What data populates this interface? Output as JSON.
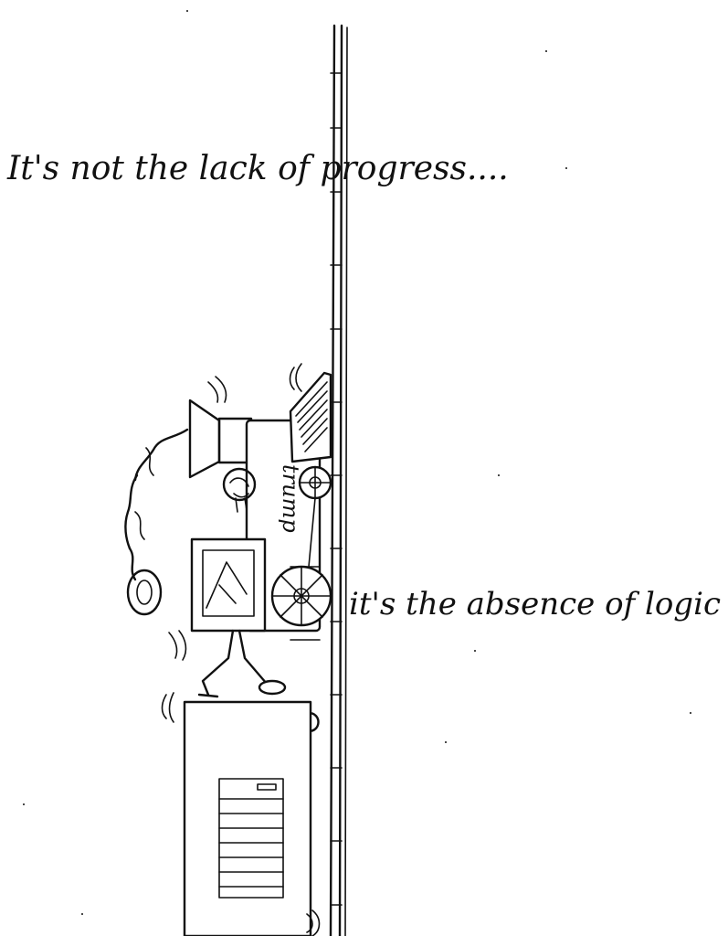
{
  "captions": {
    "top": "It's not the lack of progress....",
    "middle": "it's the absence of logic"
  },
  "vehicle": {
    "name_plate": "trump"
  }
}
